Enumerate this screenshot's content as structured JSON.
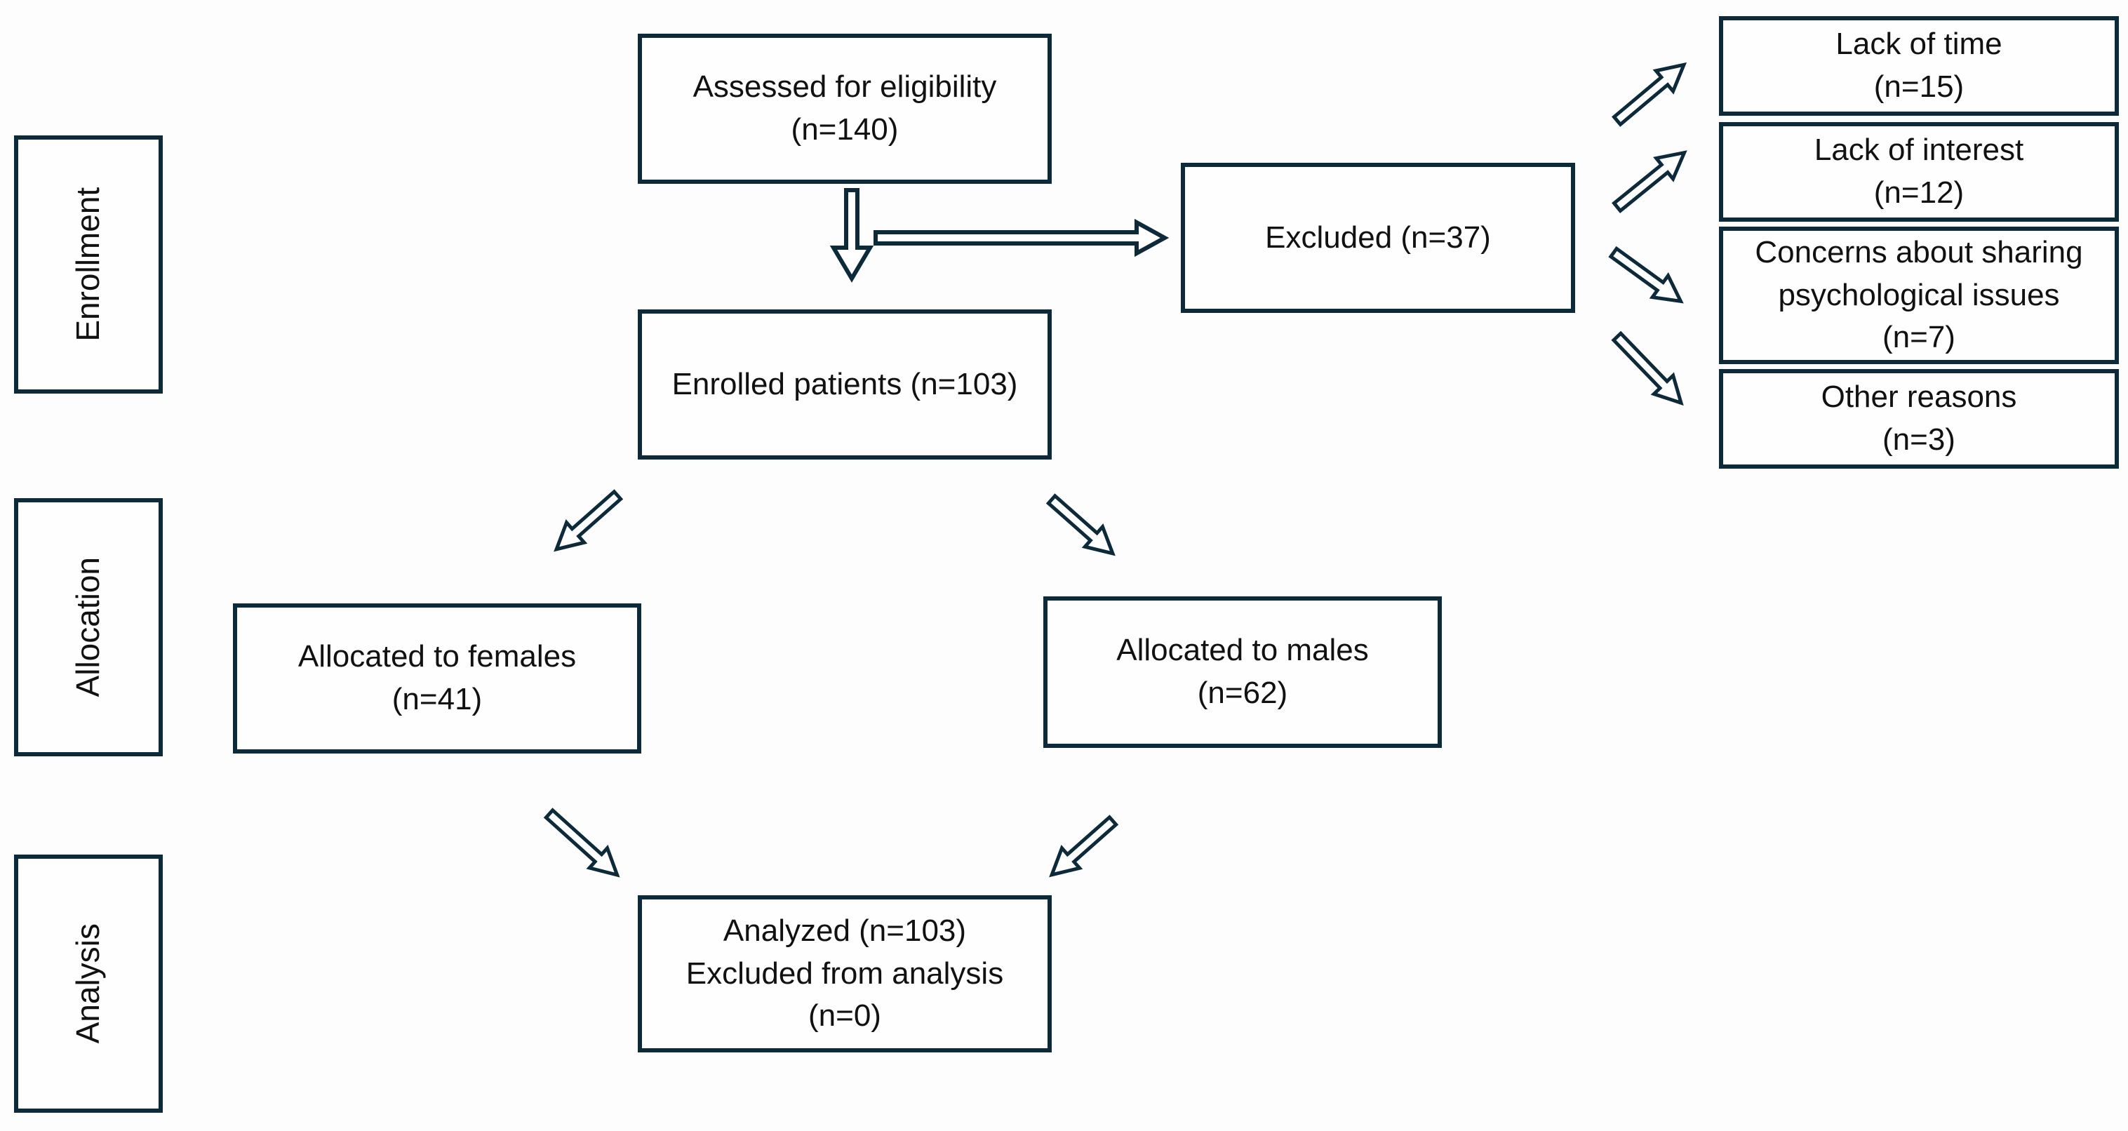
{
  "diagram": {
    "type": "CONSORT participant flow diagram",
    "colors": {
      "box_border": "#0d2a3a",
      "box_fill": "#fefefe",
      "arrow_outline": "#0d2a3a",
      "arrow_fill": "#ffffff",
      "text": "#111111",
      "background": "#fdfdfd"
    },
    "stages": {
      "enrollment": "Enrollment",
      "allocation": "Allocation",
      "analysis": "Analysis"
    },
    "boxes": {
      "assessed": {
        "label": "Assessed for eligibility\n(n=140)",
        "n": 140
      },
      "excluded": {
        "label": "Excluded (n=37)",
        "n": 37
      },
      "enrolled": {
        "label": "Enrolled patients (n=103)",
        "n": 103
      },
      "lack_of_time": {
        "label": "Lack of time\n(n=15)",
        "n": 15
      },
      "lack_of_interest": {
        "label": "Lack of interest\n(n=12)",
        "n": 12
      },
      "concerns": {
        "label": "Concerns about sharing\npsychological issues\n(n=7)",
        "n": 7
      },
      "other_reasons": {
        "label": "Other reasons\n(n=3)",
        "n": 3
      },
      "females": {
        "label": "Allocated to females\n(n=41)",
        "n": 41
      },
      "males": {
        "label": "Allocated to males\n(n=62)",
        "n": 62
      },
      "analyzed": {
        "label": "Analyzed (n=103)\nExcluded from analysis\n(n=0)",
        "n_analyzed": 103,
        "n_excluded_from_analysis": 0
      }
    },
    "connections": [
      {
        "from": "assessed",
        "to": "enrolled",
        "style": "hollow-block-arrow",
        "direction": "down"
      },
      {
        "from": "assessed",
        "to": "excluded",
        "style": "hollow-block-arrow",
        "direction": "right"
      },
      {
        "from": "excluded",
        "to": "lack_of_time",
        "style": "hollow-block-arrow",
        "direction": "up-right"
      },
      {
        "from": "excluded",
        "to": "lack_of_interest",
        "style": "hollow-block-arrow",
        "direction": "up-right"
      },
      {
        "from": "excluded",
        "to": "concerns",
        "style": "hollow-block-arrow",
        "direction": "down-right"
      },
      {
        "from": "excluded",
        "to": "other_reasons",
        "style": "hollow-block-arrow",
        "direction": "down-right"
      },
      {
        "from": "enrolled",
        "to": "females",
        "style": "hollow-block-arrow",
        "direction": "down-left"
      },
      {
        "from": "enrolled",
        "to": "males",
        "style": "hollow-block-arrow",
        "direction": "down-right"
      },
      {
        "from": "females",
        "to": "analyzed",
        "style": "hollow-block-arrow",
        "direction": "down-right"
      },
      {
        "from": "males",
        "to": "analyzed",
        "style": "hollow-block-arrow",
        "direction": "down-left"
      }
    ]
  }
}
